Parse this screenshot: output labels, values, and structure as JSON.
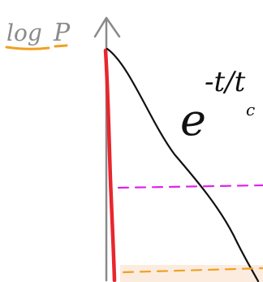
{
  "axis_label": {
    "prefix": "log",
    "variable": "P"
  },
  "formula": {
    "base": "e",
    "exponent": "-t/t",
    "exponent_sub": "c"
  },
  "colors": {
    "ink": "#111111",
    "axis": "#8a8a8a",
    "axis_underline": "#f0a020",
    "red_line": "#e8262e",
    "magenta_dash": "#e020e8",
    "orange_dash": "#f0a020",
    "bottom_band": "#fbe9da"
  }
}
